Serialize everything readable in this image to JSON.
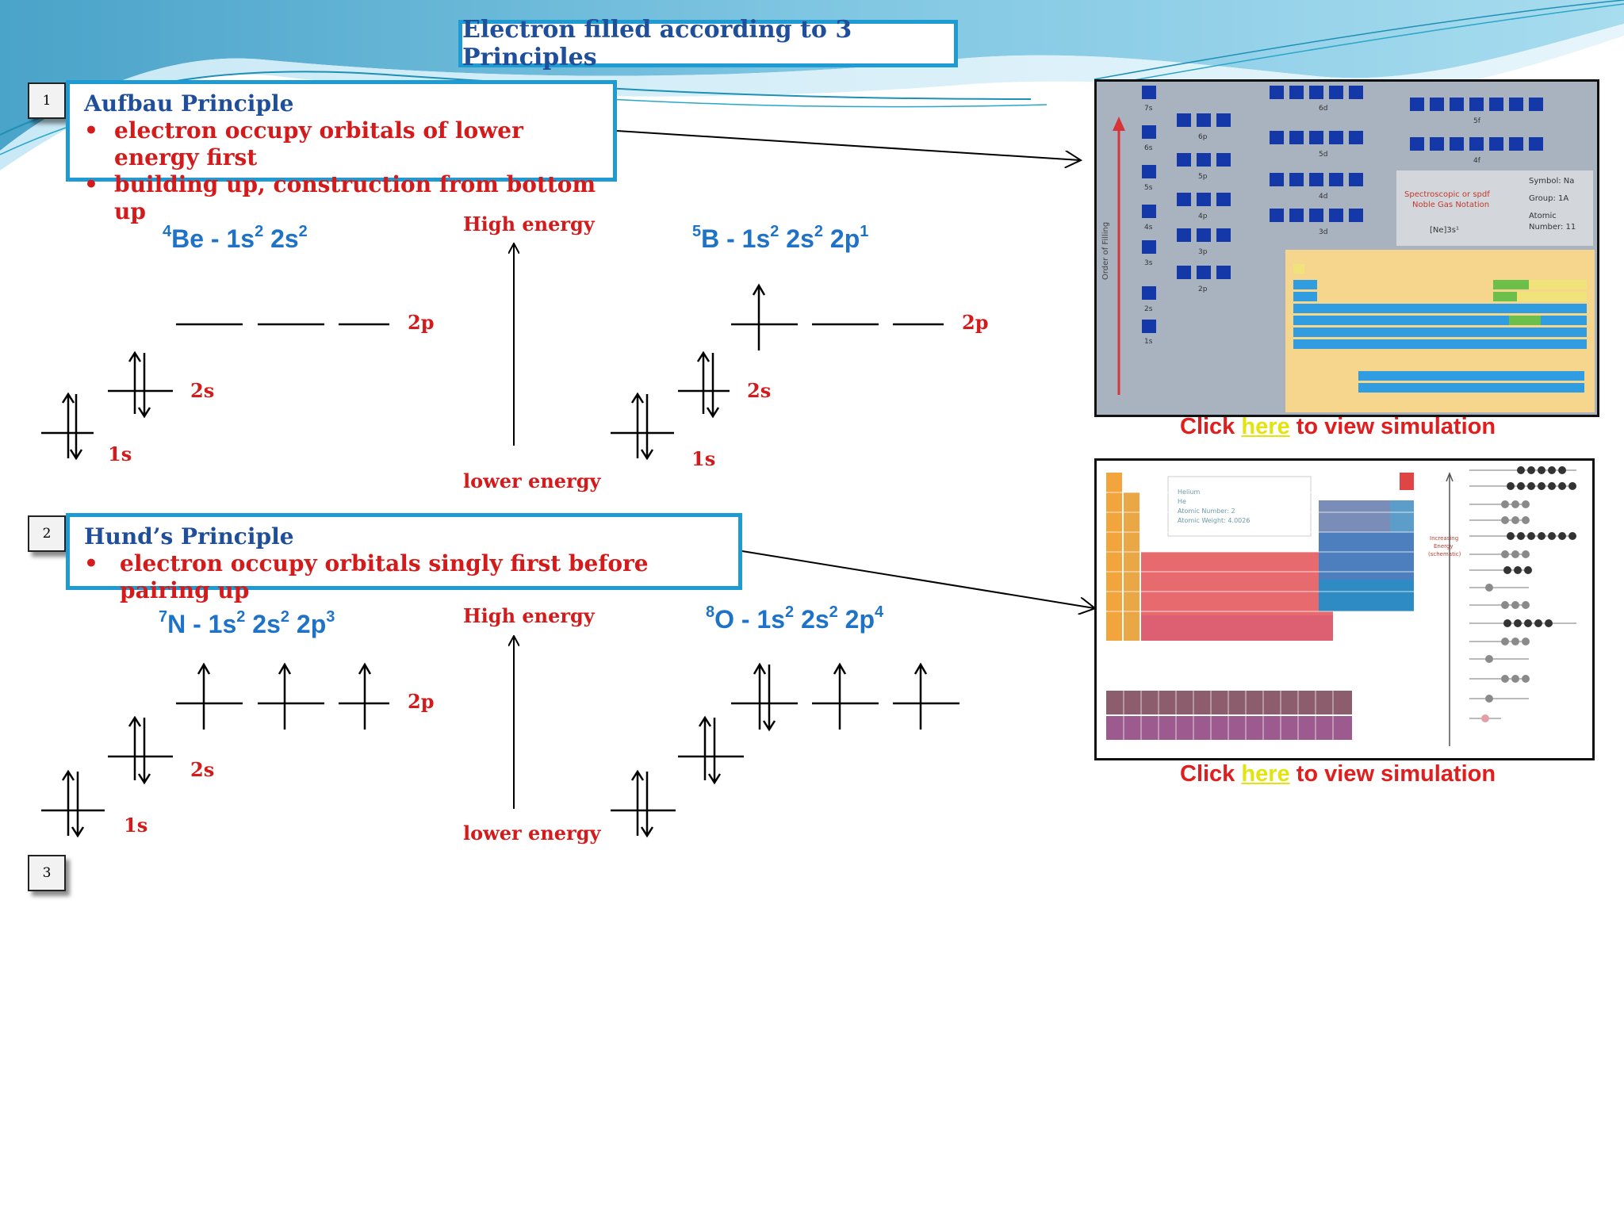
{
  "title": "Electron filled according to 3 Principles",
  "principles": [
    {
      "number": "1",
      "heading": "Aufbau Principle",
      "bullets": [
        "electron occupy orbitals of lower energy first",
        "building up, construction from bottom up"
      ]
    },
    {
      "number": "2",
      "heading": "Hund’s Principle",
      "bullets": [
        "electron occupy orbitals singly first before pairing up"
      ]
    },
    {
      "number": "3"
    }
  ],
  "diagrams": {
    "be": {
      "mass": "4",
      "element": "Be",
      "config": [
        [
          "1s",
          "2"
        ],
        [
          "2s",
          "2"
        ]
      ]
    },
    "b": {
      "mass": "5",
      "element": "B",
      "config": [
        [
          "1s",
          "2"
        ],
        [
          "2s",
          "2"
        ],
        [
          "2p",
          "1"
        ]
      ]
    },
    "n": {
      "mass": "7",
      "element": "N",
      "config": [
        [
          "1s",
          "2"
        ],
        [
          "2s",
          "2"
        ],
        [
          "2p",
          "3"
        ]
      ]
    },
    "o": {
      "mass": "8",
      "element": "O",
      "config": [
        [
          "1s",
          "2"
        ],
        [
          "2s",
          "2"
        ],
        [
          "2p",
          "4"
        ]
      ]
    }
  },
  "labels": {
    "s1": "1s",
    "s2": "2s",
    "p2": "2p",
    "high": "High energy",
    "low": "lower energy"
  },
  "simulation_link": {
    "before": "Click ",
    "link": "here",
    "after": " to view simulation"
  },
  "thumbnail1": {
    "orbital_labels": [
      "7s",
      "6s",
      "5s",
      "4s",
      "3s",
      "2s",
      "1s",
      "6p",
      "5p",
      "4p",
      "3p",
      "2p",
      "6d",
      "5d",
      "4d",
      "3d",
      "5f",
      "4f"
    ],
    "axis_label": "Order of Filling",
    "info_left": [
      "Spectroscopic or spdf",
      "Noble Gas Notation",
      "[Ne]3s¹"
    ],
    "info_right": [
      "Symbol: Na",
      "Group: 1A",
      "Atomic",
      "Number: 11"
    ]
  },
  "thumbnail2": {
    "info": [
      "Helium",
      "He",
      "Atomic Number: 2",
      "Atomic Weight: 4.0026"
    ],
    "arrow_label": [
      "Increasing",
      "Energy",
      "(schematic)"
    ]
  },
  "colors": {
    "accent_blue": "#1e9bd3",
    "heading_blue": "#1f4e9a",
    "red": "#d41a1a",
    "formula_blue": "#1e73c8",
    "link_yellow": "#e3e30d"
  }
}
